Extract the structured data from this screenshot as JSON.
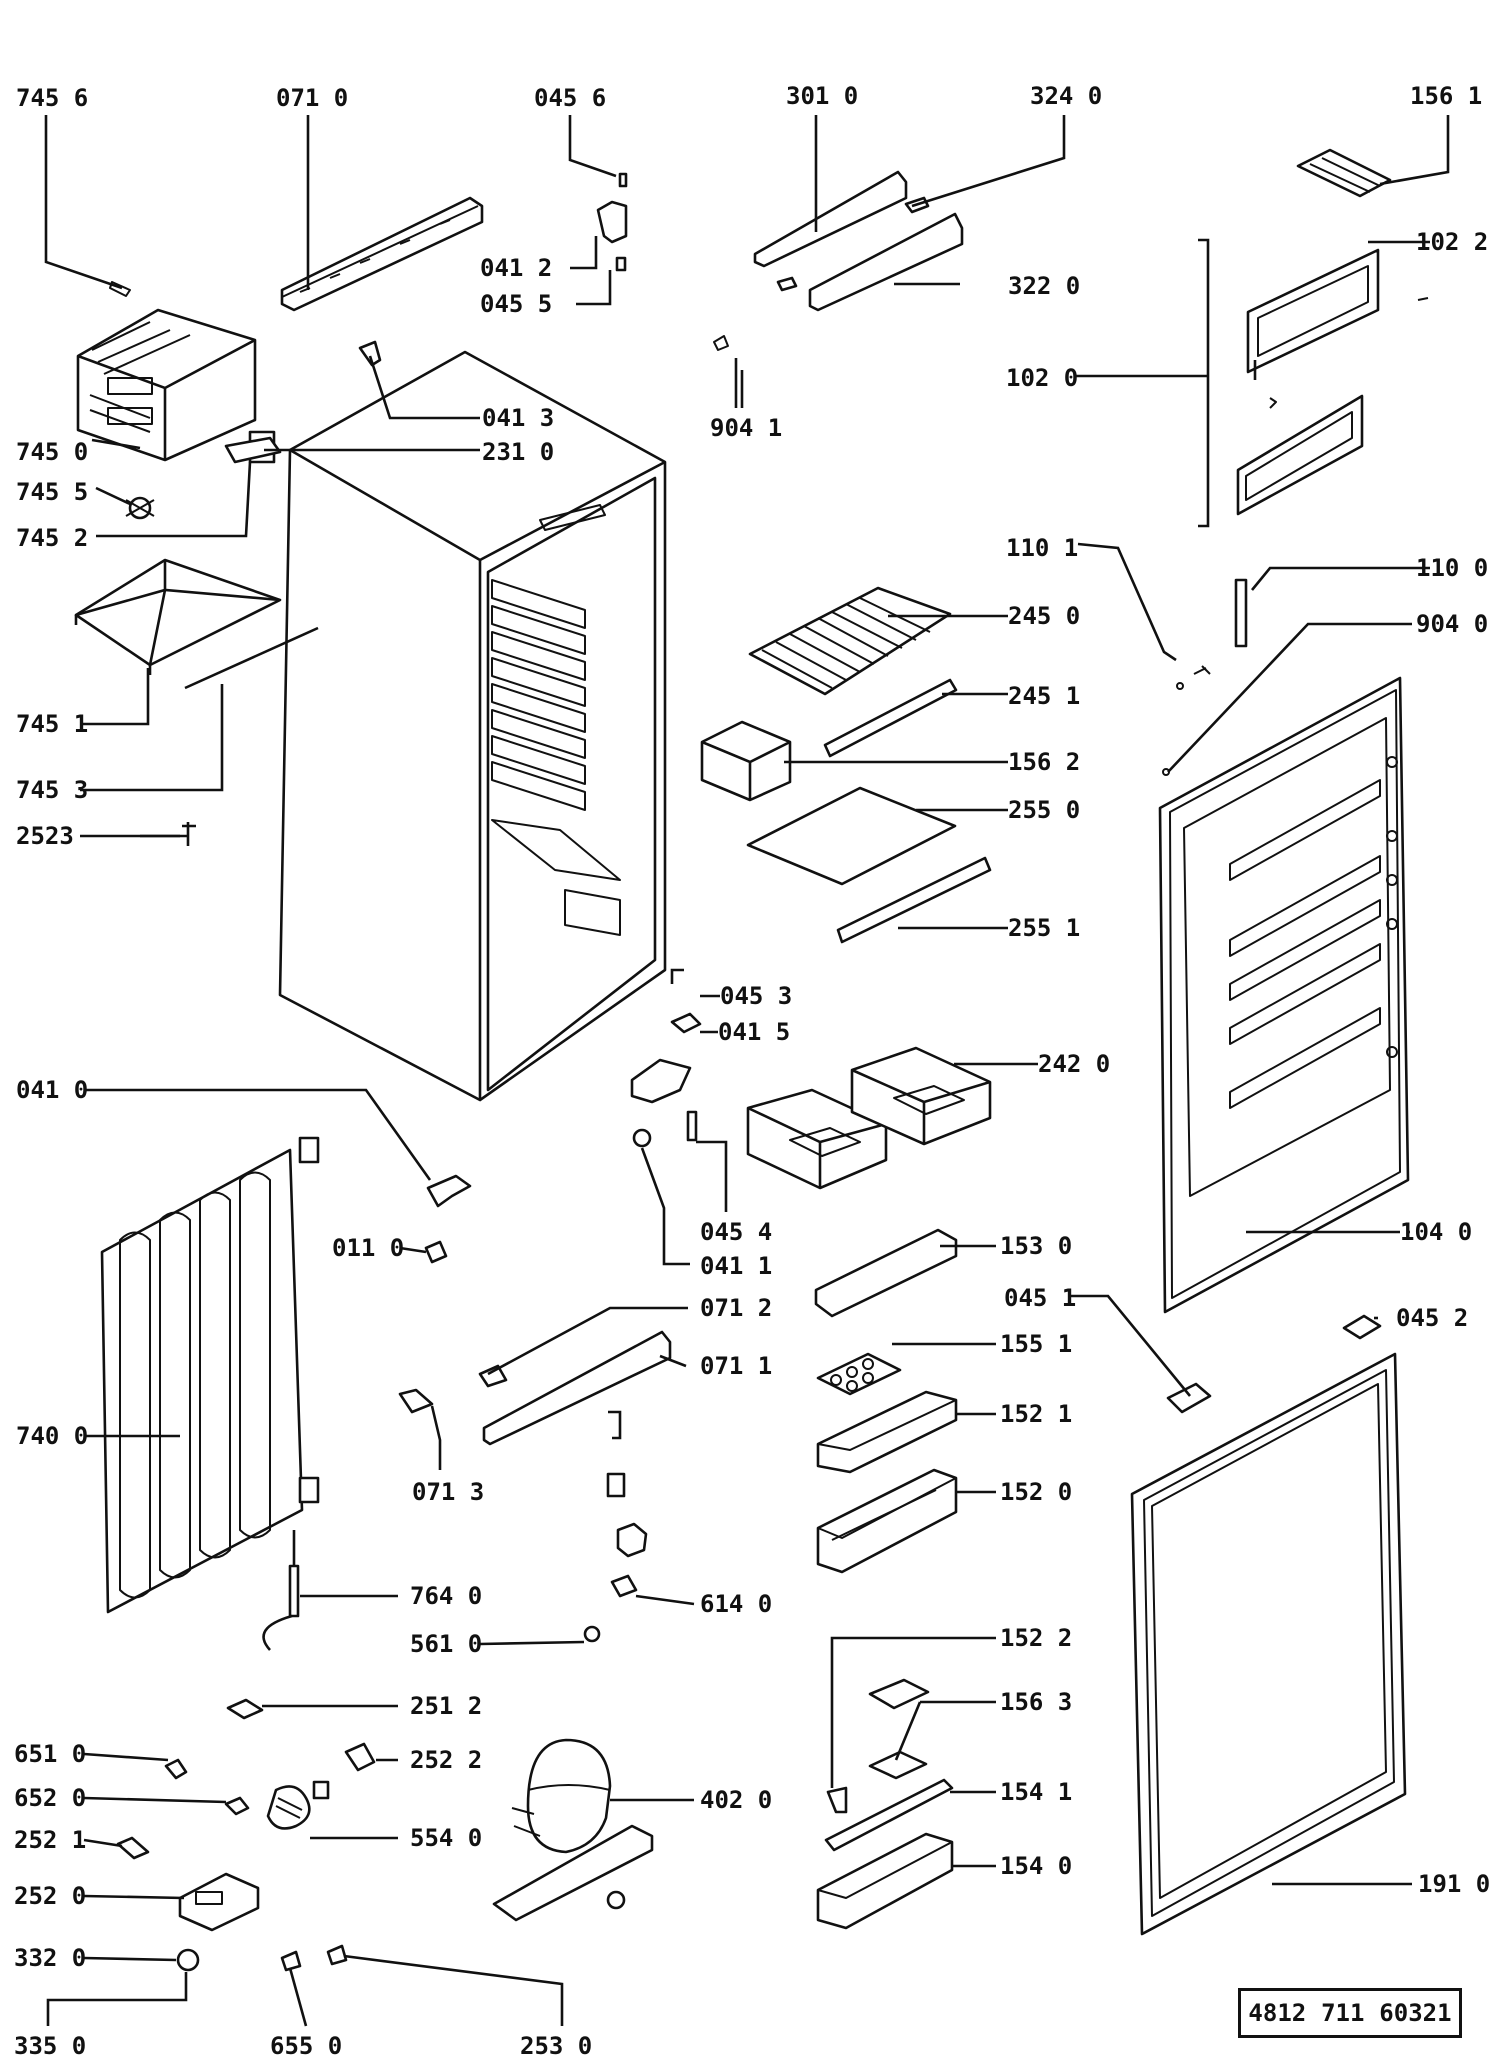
{
  "labels": {
    "p745_6": "745 6",
    "p071_0": "071 0",
    "p045_6": "045 6",
    "p301_0": "301 0",
    "p324_0": "324 0",
    "p156_1": "156 1",
    "p041_2": "041 2",
    "p045_5": "045 5",
    "p322_0": "322 0",
    "p102_2": "102 2",
    "p102_0": "102 0",
    "p904_1": "904 1",
    "p041_3": "041 3",
    "p231_0": "231 0",
    "p745_0": "745 0",
    "p745_5": "745 5",
    "p745_2": "745 2",
    "p110_1": "110 1",
    "p110_0": "110 0",
    "p904_0": "904 0",
    "p245_0": "245 0",
    "p245_1": "245 1",
    "p745_1": "745 1",
    "p156_2": "156 2",
    "p745_3": "745 3",
    "p255_0": "255 0",
    "p2523": "2523",
    "p255_1": "255 1",
    "p045_3": "045 3",
    "p041_5": "041 5",
    "p242_0": "242 0",
    "p041_0": "041 0",
    "p045_4": "045 4",
    "p011_0": "011 0",
    "p041_1": "041 1",
    "p153_0": "153 0",
    "p104_0": "104 0",
    "p071_2": "071 2",
    "p045_1": "045 1",
    "p045_2": "045 2",
    "p071_1": "071 1",
    "p155_1": "155 1",
    "p740_0": "740 0",
    "p152_1": "152 1",
    "p071_3": "071 3",
    "p152_0": "152 0",
    "p764_0": "764 0",
    "p614_0": "614 0",
    "p561_0": "561 0",
    "p152_2": "152 2",
    "p251_2": "251 2",
    "p156_3": "156 3",
    "p651_0": "651 0",
    "p252_2": "252 2",
    "p652_0": "652 0",
    "p402_0": "402 0",
    "p154_1": "154 1",
    "p252_1": "252 1",
    "p554_0": "554 0",
    "p154_0": "154 0",
    "p252_0": "252 0",
    "p191_0": "191 0",
    "p332_0": "332 0",
    "p335_0": "335 0",
    "p655_0": "655 0",
    "p253_0": "253 0"
  },
  "doc_number": {
    "part1": "4812",
    "part2": "711",
    "part3": "60321"
  }
}
